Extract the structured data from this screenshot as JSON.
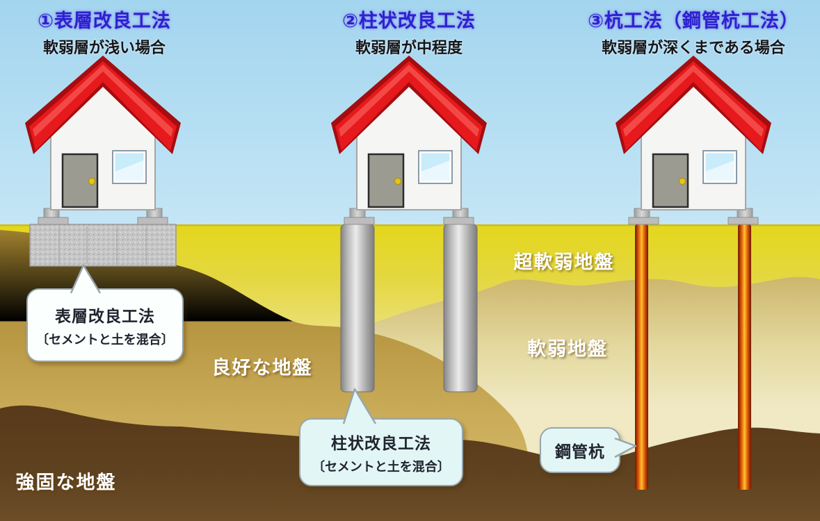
{
  "figure": {
    "methods": [
      {
        "title": "①表層改良工法",
        "subtitle": "軟弱層が浅い場合",
        "callout": {
          "line1": "表層改良工法",
          "line2": "〔セメントと土を混合〕"
        }
      },
      {
        "title": "②柱状改良工法",
        "subtitle": "軟弱層が中程度",
        "callout": {
          "line1": "柱状改良工法",
          "line2": "〔セメントと土を混合〕"
        }
      },
      {
        "title": "③杭工法（鋼管杭工法）",
        "subtitle": "軟弱層が深くまである場合",
        "callout": {
          "line1": "鋼管杭"
        }
      }
    ],
    "ground_labels": {
      "ultra_soft": "超軟弱地盤",
      "soft": "軟弱地盤",
      "good": "良好な地盤",
      "firm": "強固な地盤"
    },
    "colors": {
      "title_blue": "#2B22CE",
      "roof_red": "#E6191C",
      "sky_blue": "#A3D5EF",
      "ground_yellow": "#E4D71C",
      "ground_olive": "#AD8B3E",
      "ground_tan": "#CBB369",
      "ground_dark_brown": "#5C3F1D",
      "concrete_gray": "#C8C8C8",
      "column_gray": "#B5B5B5",
      "pile_orange": "#E86E10",
      "bubble_cyan": "#E2F6F6"
    }
  }
}
